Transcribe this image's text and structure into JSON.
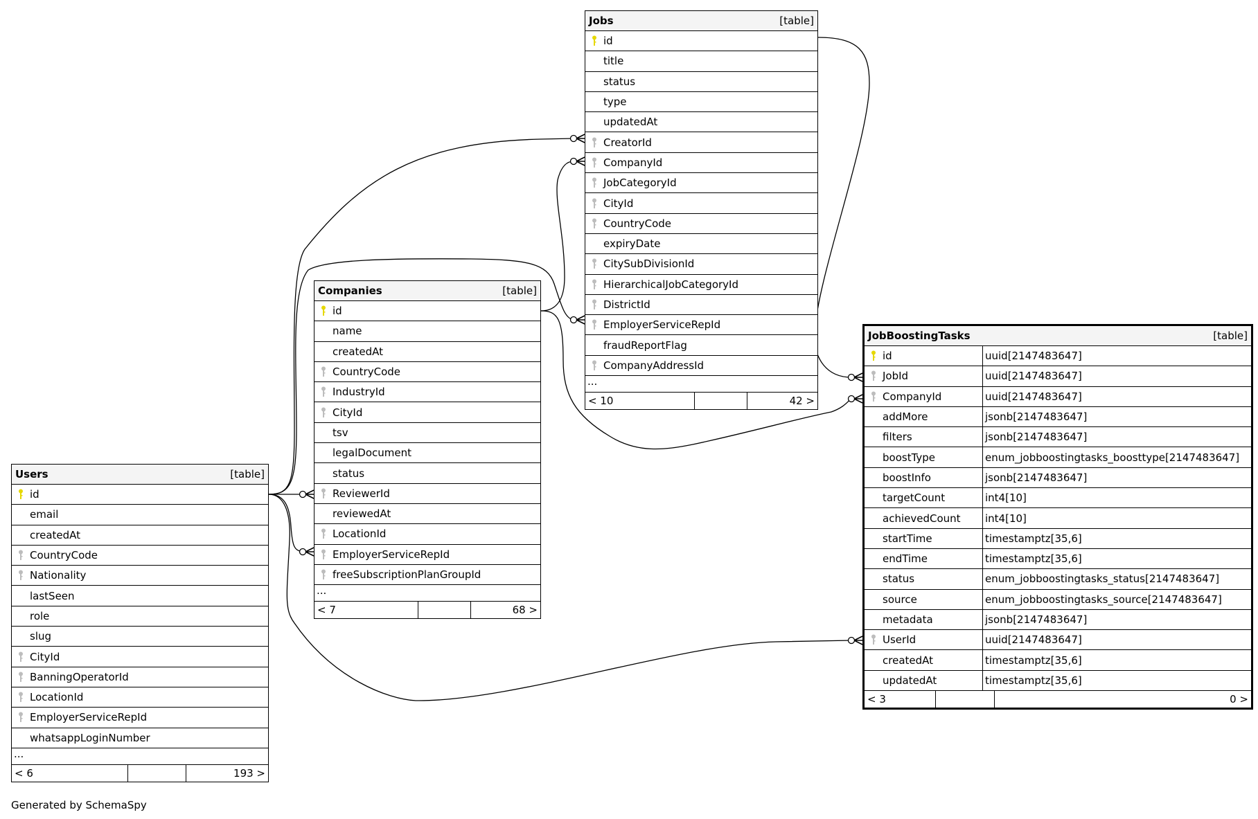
{
  "colors": {
    "primary_key": "#e6d800",
    "foreign_key": "#bdbdbd",
    "header_bg": "#f4f4f4",
    "line": "#000000"
  },
  "tables": {
    "jobs": {
      "name": "Jobs",
      "kind": "[table]",
      "columns": [
        {
          "name": "id",
          "key": "primary-key"
        },
        {
          "name": "title",
          "key": ""
        },
        {
          "name": "status",
          "key": ""
        },
        {
          "name": "type",
          "key": ""
        },
        {
          "name": "updatedAt",
          "key": ""
        },
        {
          "name": "CreatorId",
          "key": "foreign-key"
        },
        {
          "name": "CompanyId",
          "key": "foreign-key"
        },
        {
          "name": "JobCategoryId",
          "key": "foreign-key"
        },
        {
          "name": "CityId",
          "key": "foreign-key"
        },
        {
          "name": "CountryCode",
          "key": "foreign-key"
        },
        {
          "name": "expiryDate",
          "key": ""
        },
        {
          "name": "CitySubDivisionId",
          "key": "foreign-key"
        },
        {
          "name": "HierarchicalJobCategoryId",
          "key": "foreign-key"
        },
        {
          "name": "DistrictId",
          "key": "foreign-key"
        },
        {
          "name": "EmployerServiceRepId",
          "key": "foreign-key"
        },
        {
          "name": "fraudReportFlag",
          "key": ""
        },
        {
          "name": "CompanyAddressId",
          "key": "foreign-key"
        }
      ],
      "more": "...",
      "footer": {
        "parents": "< 10",
        "middle": "",
        "children": "42 >"
      }
    },
    "companies": {
      "name": "Companies",
      "kind": "[table]",
      "columns": [
        {
          "name": "id",
          "key": "primary-key"
        },
        {
          "name": "name",
          "key": ""
        },
        {
          "name": "createdAt",
          "key": ""
        },
        {
          "name": "CountryCode",
          "key": "foreign-key"
        },
        {
          "name": "IndustryId",
          "key": "foreign-key"
        },
        {
          "name": "CityId",
          "key": "foreign-key"
        },
        {
          "name": "tsv",
          "key": ""
        },
        {
          "name": "legalDocument",
          "key": ""
        },
        {
          "name": "status",
          "key": ""
        },
        {
          "name": "ReviewerId",
          "key": "foreign-key"
        },
        {
          "name": "reviewedAt",
          "key": ""
        },
        {
          "name": "LocationId",
          "key": "foreign-key"
        },
        {
          "name": "EmployerServiceRepId",
          "key": "foreign-key"
        },
        {
          "name": "freeSubscriptionPlanGroupId",
          "key": "foreign-key"
        }
      ],
      "more": "...",
      "footer": {
        "parents": "< 7",
        "middle": "",
        "children": "68 >"
      }
    },
    "users": {
      "name": "Users",
      "kind": "[table]",
      "columns": [
        {
          "name": "id",
          "key": "primary-key"
        },
        {
          "name": "email",
          "key": ""
        },
        {
          "name": "createdAt",
          "key": ""
        },
        {
          "name": "CountryCode",
          "key": "foreign-key"
        },
        {
          "name": "Nationality",
          "key": "foreign-key"
        },
        {
          "name": "lastSeen",
          "key": ""
        },
        {
          "name": "role",
          "key": ""
        },
        {
          "name": "slug",
          "key": ""
        },
        {
          "name": "CityId",
          "key": "foreign-key"
        },
        {
          "name": "BanningOperatorId",
          "key": "foreign-key"
        },
        {
          "name": "LocationId",
          "key": "foreign-key"
        },
        {
          "name": "EmployerServiceRepId",
          "key": "foreign-key"
        },
        {
          "name": "whatsappLoginNumber",
          "key": ""
        }
      ],
      "more": "...",
      "footer": {
        "parents": "< 6",
        "middle": "",
        "children": "193 >"
      }
    },
    "jobBoostingTasks": {
      "name": "JobBoostingTasks",
      "kind": "[table]",
      "columns": [
        {
          "name": "id",
          "key": "primary-key",
          "type": "uuid[2147483647]"
        },
        {
          "name": "JobId",
          "key": "foreign-key",
          "type": "uuid[2147483647]"
        },
        {
          "name": "CompanyId",
          "key": "foreign-key",
          "type": "uuid[2147483647]"
        },
        {
          "name": "addMore",
          "key": "",
          "type": "jsonb[2147483647]"
        },
        {
          "name": "filters",
          "key": "",
          "type": "jsonb[2147483647]"
        },
        {
          "name": "boostType",
          "key": "",
          "type": "enum_jobboostingtasks_boosttype[2147483647]"
        },
        {
          "name": "boostInfo",
          "key": "",
          "type": "jsonb[2147483647]"
        },
        {
          "name": "targetCount",
          "key": "",
          "type": "int4[10]"
        },
        {
          "name": "achievedCount",
          "key": "",
          "type": "int4[10]"
        },
        {
          "name": "startTime",
          "key": "",
          "type": "timestamptz[35,6]"
        },
        {
          "name": "endTime",
          "key": "",
          "type": "timestamptz[35,6]"
        },
        {
          "name": "status",
          "key": "",
          "type": "enum_jobboostingtasks_status[2147483647]"
        },
        {
          "name": "source",
          "key": "",
          "type": "enum_jobboostingtasks_source[2147483647]"
        },
        {
          "name": "metadata",
          "key": "",
          "type": "jsonb[2147483647]"
        },
        {
          "name": "UserId",
          "key": "foreign-key",
          "type": "uuid[2147483647]"
        },
        {
          "name": "createdAt",
          "key": "",
          "type": "timestamptz[35,6]"
        },
        {
          "name": "updatedAt",
          "key": "",
          "type": "timestamptz[35,6]"
        }
      ],
      "footer": {
        "parents": "< 3",
        "middle": "",
        "children": "0 >"
      }
    }
  },
  "relationships": [
    {
      "from": "Users.id",
      "to": "Jobs.CreatorId",
      "cardinality": "zero-or-many"
    },
    {
      "from": "Users.id",
      "to": "Jobs.EmployerServiceRepId",
      "cardinality": "zero-or-many"
    },
    {
      "from": "Users.id",
      "to": "Companies.ReviewerId",
      "cardinality": "zero-or-many"
    },
    {
      "from": "Users.id",
      "to": "Companies.EmployerServiceRepId",
      "cardinality": "zero-or-many"
    },
    {
      "from": "Users.id",
      "to": "JobBoostingTasks.UserId",
      "cardinality": "zero-or-many"
    },
    {
      "from": "Companies.id",
      "to": "Jobs.CompanyId",
      "cardinality": "zero-or-many"
    },
    {
      "from": "Companies.id",
      "to": "JobBoostingTasks.CompanyId",
      "cardinality": "zero-or-many"
    },
    {
      "from": "Jobs.id",
      "to": "JobBoostingTasks.JobId",
      "cardinality": "zero-or-many"
    }
  ],
  "footer_note": "Generated by SchemaSpy"
}
